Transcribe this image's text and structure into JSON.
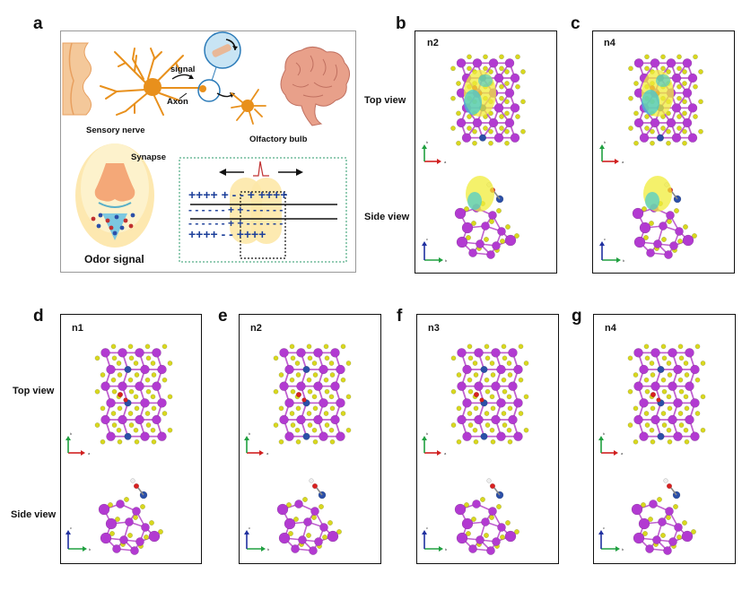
{
  "figure": {
    "panel_letters": [
      "a",
      "b",
      "c",
      "d",
      "e",
      "f",
      "g"
    ],
    "panel_a": {
      "labels": {
        "signal": "signal",
        "axon": "Axon",
        "sensory_nerve": "Sensory nerve",
        "olfactory_bulb": "Olfactory bulb",
        "synapse": "Synapse",
        "odor_signal": "Odor signal"
      },
      "membrane": {
        "top_row": "++++ + - - + ++++",
        "row2": "- - - - - - + + - - - - - -",
        "row3": "- - - - - - + + - - - - - -",
        "bottom_row": "++++ - - ++++"
      }
    },
    "structure_panels": [
      {
        "letter": "b",
        "name": "n2",
        "charge_density": true
      },
      {
        "letter": "c",
        "name": "n4",
        "charge_density": true
      },
      {
        "letter": "d",
        "name": "n1",
        "charge_density": false
      },
      {
        "letter": "e",
        "name": "n2",
        "charge_density": false
      },
      {
        "letter": "f",
        "name": "n3",
        "charge_density": false
      },
      {
        "letter": "g",
        "name": "n4",
        "charge_density": false
      }
    ],
    "view_labels": {
      "top": "Top view",
      "side": "Side view"
    },
    "axis_labels": {
      "a": "a",
      "b": "b",
      "c": "c"
    },
    "colors": {
      "atom_purple": "#b23ad1",
      "atom_yellow": "#d8d81e",
      "atom_blue": "#2b4fa8",
      "atom_red": "#d92020",
      "iso_yellow": "#f0ec3a",
      "iso_cyan": "#38c8d8",
      "neuron": "#e8901c",
      "brain": "#e8a08a",
      "membrane_blue": "#1c3f9a"
    }
  }
}
